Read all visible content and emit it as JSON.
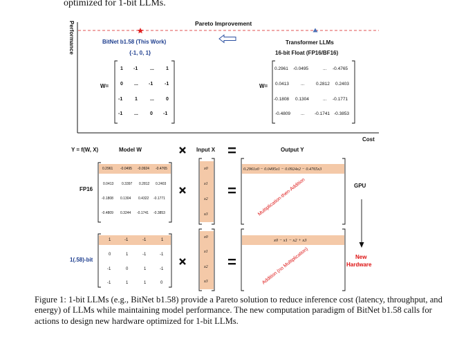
{
  "intro_line": "optimized for 1-bit LLMs.",
  "top_figure": {
    "y_axis": "Performance",
    "x_axis": "Cost",
    "pareto": "Pareto Improvement",
    "bitnet_title": "BitNet b1.58 (This Work)",
    "bitnet_set": "{-1, 0, 1}",
    "w_label": "W=",
    "bitnet_matrix": [
      [
        "1",
        "-1",
        "...",
        "1"
      ],
      [
        "0",
        "...",
        "-1",
        "-1"
      ],
      [
        "-1",
        "1",
        "...",
        "0"
      ],
      [
        "-1",
        "...",
        "0",
        "-1"
      ]
    ],
    "transformer_title": "Transformer LLMs",
    "transformer_subtitle": "16-bit Float (FP16/BF16)",
    "fp_matrix": [
      [
        "0.2961",
        "-0.0495",
        "...",
        "-0.4765"
      ],
      [
        "0.0413",
        "...",
        "0.2812",
        "0.2403"
      ],
      [
        "-0.1808",
        "0.1304",
        "...",
        "-0.1771"
      ],
      [
        "-0.4809",
        "...",
        "-0.1741",
        "-0.3853"
      ]
    ],
    "colors": {
      "star": "#e02020",
      "triangle": "#4a6fb5",
      "dashed": "#e05050"
    }
  },
  "bottom_figure": {
    "formula": "Y = f(W, X)",
    "model_w": "Model W",
    "input_x": "Input X",
    "output_y": "Output Y",
    "fp16": "FP16",
    "bit158": "1(.58)-bit",
    "gpu": "GPU",
    "new_hardware_1": "New",
    "new_hardware_2": "Hardware",
    "fp_w": [
      [
        "0.2961",
        "-0.0495",
        "-0.0924",
        "-0.4765"
      ],
      [
        "0.0413",
        "0.3397",
        "0.2812",
        "0.2403"
      ],
      [
        "-0.1808",
        "0.1304",
        "0.4322",
        "-0.1771"
      ],
      [
        "-0.4809",
        "0.3244",
        "-0.1741",
        "-0.3853"
      ]
    ],
    "bit_w": [
      [
        "1",
        "-1",
        "-1",
        "1"
      ],
      [
        "0",
        "1",
        "-1",
        "-1"
      ],
      [
        "-1",
        "0",
        "1",
        "-1"
      ],
      [
        "-1",
        "1",
        "1",
        "0"
      ]
    ],
    "x_vec": [
      "x0",
      "x1",
      "x2",
      "x3"
    ],
    "fp_out": "0.2961x0 − 0.0495x1 − 0.0924x2 − 0.4765x3",
    "bit_out": "x0 − x1 − x2 + x3",
    "mult_add": "Multiplication-then-Addition",
    "add_only": "Addition (no Multiplication)",
    "highlight_color": "#f4c9a8"
  },
  "caption": "Figure 1: 1-bit LLMs (e.g., BitNet b1.58) provide a Pareto solution to reduce inference cost (latency, throughput, and energy) of LLMs while maintaining model performance. The new computation paradigm of BitNet b1.58 calls for actions to design new hardware optimized for 1-bit LLMs."
}
